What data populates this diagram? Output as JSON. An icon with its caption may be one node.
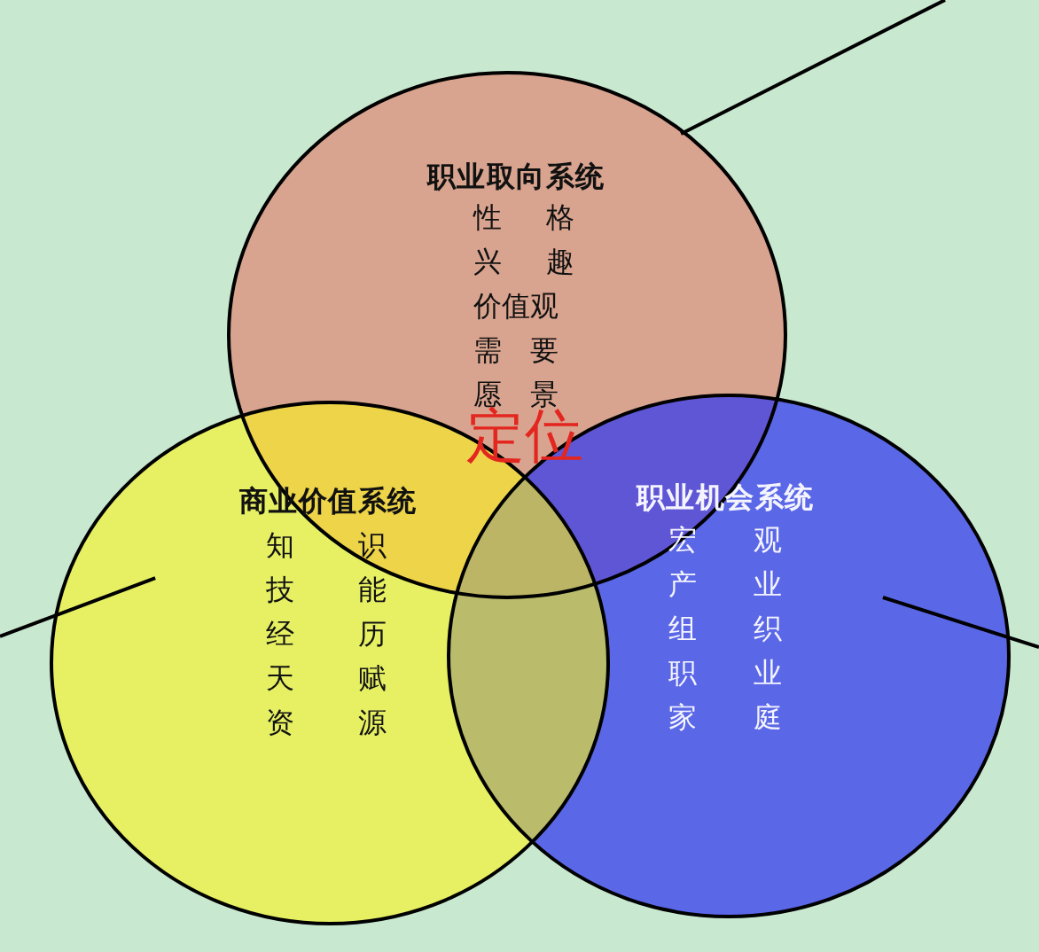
{
  "diagram": {
    "nodes": [
      {
        "text": [
          "职业取向系统",
          "性 格",
          "兴 趣",
          "价值观",
          "需 要",
          "愿 景"
        ]
      },
      {
        "text": [
          "商业价值系统",
          "知 识",
          "技 能",
          "经 历",
          "天 赋",
          "资 源"
        ]
      },
      {
        "text": [
          "职业机会系统",
          "宏 观",
          "产 业",
          "组 织",
          "职 业",
          "家 庭"
        ]
      }
    ],
    "edges": [
      {
        "from": 0,
        "to": null,
        "arrow": "none"
      },
      {
        "from": 1,
        "to": null,
        "arrow": "none"
      },
      {
        "from": 2,
        "to": null,
        "arrow": "none"
      }
    ],
    "labels": [
      "定位"
    ]
  }
}
